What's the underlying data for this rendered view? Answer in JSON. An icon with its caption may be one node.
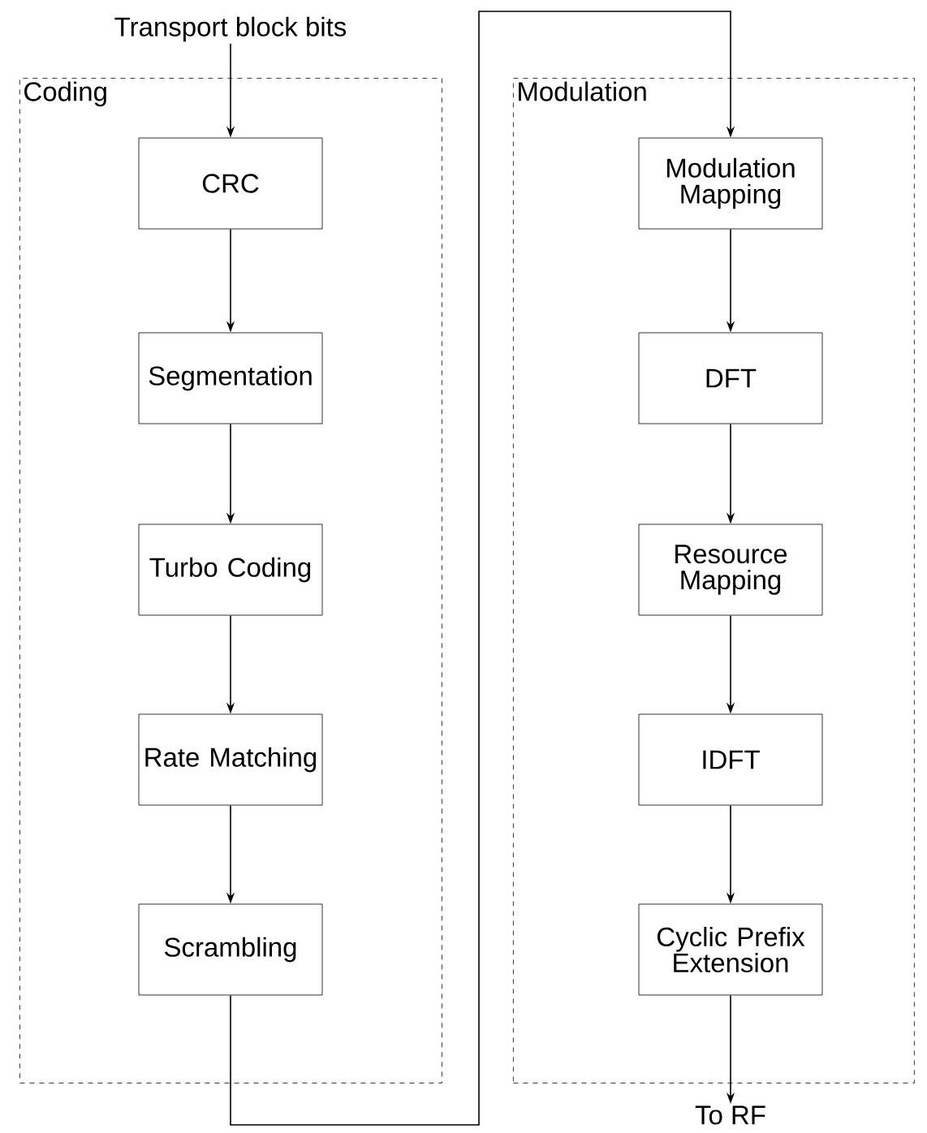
{
  "diagram": {
    "nodes": [
      {
        "text": [
          "Transport block bits"
        ]
      },
      {
        "text": [
          "Coding"
        ]
      },
      {
        "text": [
          "CRC"
        ],
        "in": 1
      },
      {
        "text": [
          "Segmentation"
        ],
        "in": 1
      },
      {
        "text": [
          "Turbo Coding"
        ],
        "in": 1
      },
      {
        "text": [
          "Rate Matching"
        ],
        "in": 1
      },
      {
        "text": [
          "Scrambling"
        ],
        "in": 1
      },
      {
        "text": [
          "Modulation"
        ]
      },
      {
        "text": [
          "Modulation Mapping"
        ],
        "in": 7
      },
      {
        "text": [
          "DFT"
        ],
        "in": 7
      },
      {
        "text": [
          "Resource Mapping"
        ],
        "in": 7
      },
      {
        "text": [
          "IDFT"
        ],
        "in": 7
      },
      {
        "text": [
          "Cyclic Prefix Extension"
        ],
        "in": 7
      },
      {
        "text": [
          "To RF"
        ]
      }
    ],
    "edges": [
      {
        "from": 0,
        "to": 2,
        "arrow": "to"
      },
      {
        "from": 2,
        "to": 3,
        "arrow": "to"
      },
      {
        "from": 3,
        "to": 4,
        "arrow": "to"
      },
      {
        "from": 4,
        "to": 5,
        "arrow": "to"
      },
      {
        "from": 5,
        "to": 6,
        "arrow": "to"
      },
      {
        "from": 6,
        "to": 8,
        "arrow": "to"
      },
      {
        "from": 8,
        "to": 9,
        "arrow": "to"
      },
      {
        "from": 9,
        "to": 10,
        "arrow": "to"
      },
      {
        "from": 10,
        "to": 11,
        "arrow": "to"
      },
      {
        "from": 11,
        "to": 12,
        "arrow": "to"
      },
      {
        "from": 12,
        "to": 13,
        "arrow": "to"
      }
    ]
  }
}
